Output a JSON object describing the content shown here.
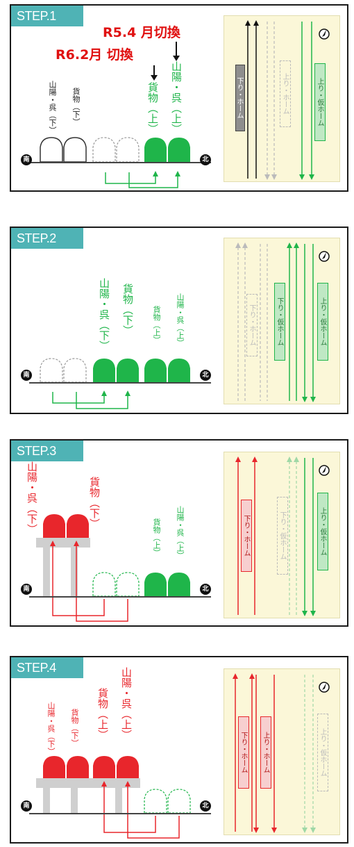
{
  "colors": {
    "green": "#1fb54a",
    "red": "#e8262c",
    "gray": "#bdbdbd",
    "black": "#1a1a1a",
    "accent": "#4fb3b5",
    "plan_bg": "#fbf7d8"
  },
  "steps": [
    {
      "title": "STEP.1",
      "date_a": "R5.4 月切換",
      "date_b": "R6.2月 切換",
      "labels": [
        "山陽・呉（下）",
        "貨物（下）",
        "貨物（上）",
        "山陽・呉（上）"
      ],
      "south": "南",
      "north": "北",
      "platforms": [
        "下り・ホーム",
        "上り・ホーム",
        "上り・仮ホーム"
      ]
    },
    {
      "title": "STEP.2",
      "labels": [
        "山陽・呉（下）",
        "貨物（下）",
        "貨物（上）",
        "山陽・呉（上）"
      ],
      "south": "南",
      "north": "北",
      "platforms": [
        "下り・ホーム",
        "下り・仮ホーム",
        "上り・仮ホーム"
      ]
    },
    {
      "title": "STEP.3",
      "labels": [
        "山陽・呉（下）",
        "貨物（下）",
        "貨物（上）",
        "山陽・呉（上）"
      ],
      "south": "南",
      "north": "北",
      "platforms": [
        "下り・ホーム",
        "下り・仮ホーム",
        "上り・仮ホーム"
      ]
    },
    {
      "title": "STEP.4",
      "labels": [
        "山陽・呉（下）",
        "貨物（下）",
        "貨物（上）",
        "山陽・呉（上）"
      ],
      "south": "南",
      "north": "北",
      "platforms": [
        "下り・ホーム",
        "上り・ホーム",
        "上り・仮ホーム"
      ]
    }
  ]
}
